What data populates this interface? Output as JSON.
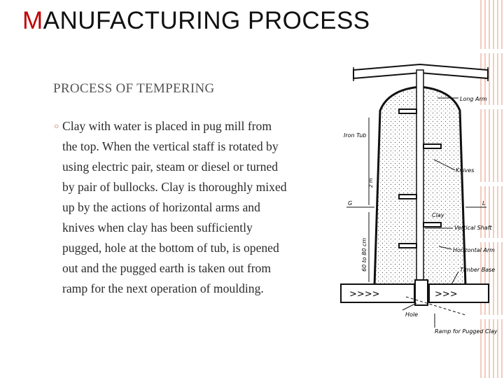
{
  "slide": {
    "title_first_letter": "M",
    "title_rest": "ANUFACTURING PROCESS",
    "accent_color": "#c00000"
  },
  "content": {
    "heading": "PROCESS OF TEMPERING",
    "bullet_icon": "hollow-circle-bullet",
    "paragraph": "Clay with water is placed in pug mill from the top. When the vertical staff is rotated by using electric pair, steam or diesel or turned by pair of bullocks. Clay is thoroughly mixed up by the actions of horizontal arms and knives when clay has been sufficiently pugged, hole at the bottom of tub, is opened out and the pugged earth is taken out from ramp for the next operation of moulding."
  },
  "diagram": {
    "labels": {
      "long_arm": "Long Arm",
      "iron_tub": "Iron Tub",
      "knives": "Knives",
      "two_m": "2 m",
      "g": "G",
      "l": "L",
      "clay": "Clay",
      "vertical_shaft": "Vertical Shaft",
      "depth": "60 to 80 cm",
      "horizontal_arm": "Horizontal Arm",
      "timber_base": "Timber Base",
      "hole": "Hole",
      "ramp": "Ramp for Pugged Clay"
    }
  }
}
